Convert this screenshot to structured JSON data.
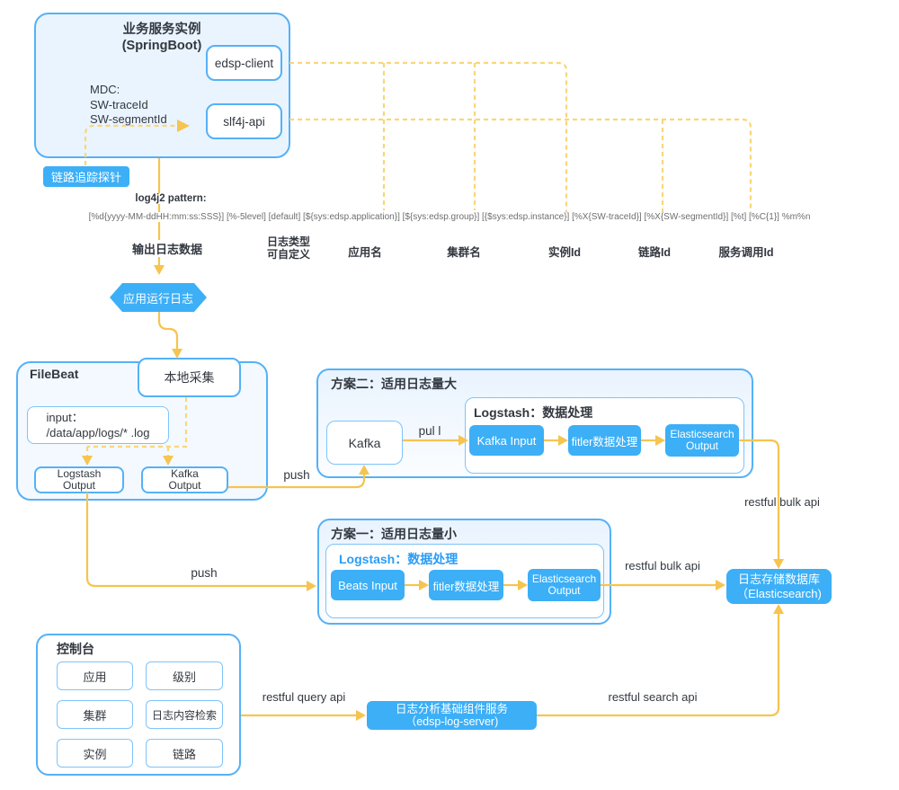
{
  "springboot": {
    "title_line1": "业务服务实例",
    "title_line2": "(SpringBoot)",
    "mdc_line1": "MDC:",
    "mdc_line2": "SW-traceId",
    "mdc_line3": "SW-segmentId",
    "client_box": "edsp-client",
    "slf4j_box": "slf4j-api"
  },
  "probe_label": "链路追踪探针",
  "log4j2": {
    "label": "log4j2 pattern:",
    "pattern": "[%d{yyyy-MM-ddHH:mm:ss:SSS}] [%-5level] [default] [${sys:edsp.application}] [${sys:edsp.group}] [{$sys:edsp.instance}] [%X{SW-traceId}] [%X{SW-segmentId}] [%t] [%C{1}] %m%n"
  },
  "annotations": {
    "output_log": "输出日志数据",
    "log_type_line1": "日志类型",
    "log_type_line2": "可自定义",
    "app_name": "应用名",
    "cluster_name": "集群名",
    "instance_id": "实例Id",
    "trace_id": "链路Id",
    "service_call_id": "服务调用Id"
  },
  "hexagon_label": "应用运行日志",
  "filebeat": {
    "title": "FileBeat",
    "local_collect": "本地采集",
    "input_line1": "input：",
    "input_line2": "/data/app/logs/* .log",
    "logstash_output_line1": "Logstash",
    "logstash_output_line2": "Output",
    "kafka_output_line1": "Kafka",
    "kafka_output_line2": "Output"
  },
  "plan2": {
    "title": "方案二：适用日志量大",
    "kafka": "Kafka",
    "pull_label": "pul l",
    "logstash_title": "Logstash：数据处理",
    "kafka_input": "Kafka Input",
    "filter": "fitler数据处理",
    "es_output_line1": "Elasticsearch",
    "es_output_line2": "Output"
  },
  "plan1": {
    "title": "方案一：适用日志量小",
    "logstash_title": "Logstash：数据处理",
    "beats_input": "Beats Input",
    "filter": "fitler数据处理",
    "es_output_line1": "Elasticsearch",
    "es_output_line2": "Output"
  },
  "flow_labels": {
    "push_top": "push",
    "push_bottom": "push",
    "bulk_api_right": "restful bulk api",
    "bulk_api_mid": "restful bulk api",
    "query_api": "restful query api",
    "search_api": "restful search api"
  },
  "storage": {
    "line1": "日志存储数据库",
    "line2": "（Elasticsearch)"
  },
  "log_server": {
    "line1": "日志分析基础组件服务",
    "line2": "（edsp-log-server)"
  },
  "console": {
    "title": "控制台",
    "items": [
      "应用",
      "级别",
      "集群",
      "日志内容检索",
      "实例",
      "链路"
    ]
  },
  "colors": {
    "accent-border": "#55B1F7",
    "light-border": "#7EC4FA",
    "bright-blue": "#3CAFF7",
    "container-fill": "#EAF4FE",
    "filebeat-fill": "#F3F9FF",
    "line-yellow": "#F6C44F",
    "line-yellow-dashed": "#F9D678",
    "text-dark": "#333840",
    "text-gray": "#6E6E6E",
    "text-blue": "#2B9CF5"
  }
}
